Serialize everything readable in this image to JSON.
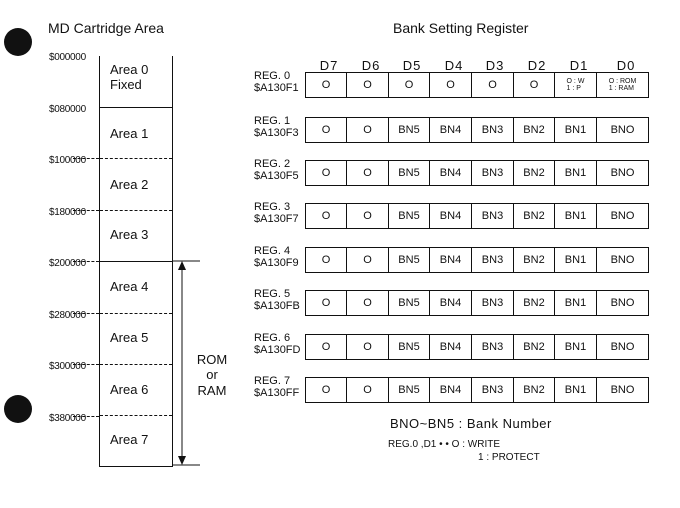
{
  "left_title": "MD Cartridge Area",
  "right_title": "Bank Setting Register",
  "addresses": [
    "$000000",
    "$080000",
    "$100000",
    "$180000",
    "$200000",
    "$280000",
    "$300000",
    "$380000"
  ],
  "areas": [
    {
      "line1": "Area 0",
      "line2": "Fixed"
    },
    {
      "line1": "Area 1",
      "line2": ""
    },
    {
      "line1": "Area 2",
      "line2": ""
    },
    {
      "line1": "Area 3",
      "line2": ""
    },
    {
      "line1": "Area 4",
      "line2": ""
    },
    {
      "line1": "Area 5",
      "line2": ""
    },
    {
      "line1": "Area 6",
      "line2": ""
    },
    {
      "line1": "Area 7",
      "line2": ""
    }
  ],
  "rom_ram": {
    "l1": "ROM",
    "l2": "or",
    "l3": "RAM"
  },
  "bit_headers": [
    "D7",
    "D6",
    "D5",
    "D4",
    "D3",
    "D2",
    "D1",
    "D0"
  ],
  "registers": [
    {
      "name": "REG. 0",
      "addr": "$A130F1",
      "cells": [
        "O",
        "O",
        "O",
        "O",
        "O",
        "O",
        "",
        ""
      ]
    },
    {
      "name": "REG. 1",
      "addr": "$A130F3",
      "cells": [
        "O",
        "O",
        "BN5",
        "BN4",
        "BN3",
        "BN2",
        "BN1",
        "BNO"
      ]
    },
    {
      "name": "REG. 2",
      "addr": "$A130F5",
      "cells": [
        "O",
        "O",
        "BN5",
        "BN4",
        "BN3",
        "BN2",
        "BN1",
        "BNO"
      ]
    },
    {
      "name": "REG. 3",
      "addr": "$A130F7",
      "cells": [
        "O",
        "O",
        "BN5",
        "BN4",
        "BN3",
        "BN2",
        "BN1",
        "BNO"
      ]
    },
    {
      "name": "REG. 4",
      "addr": "$A130F9",
      "cells": [
        "O",
        "O",
        "BN5",
        "BN4",
        "BN3",
        "BN2",
        "BN1",
        "BNO"
      ]
    },
    {
      "name": "REG. 5",
      "addr": "$A130FB",
      "cells": [
        "O",
        "O",
        "BN5",
        "BN4",
        "BN3",
        "BN2",
        "BN1",
        "BNO"
      ]
    },
    {
      "name": "REG. 6",
      "addr": "$A130FD",
      "cells": [
        "O",
        "O",
        "BN5",
        "BN4",
        "BN3",
        "BN2",
        "BN1",
        "BNO"
      ]
    },
    {
      "name": "REG. 7",
      "addr": "$A130FF",
      "cells": [
        "O",
        "O",
        "BN5",
        "BN4",
        "BN3",
        "BN2",
        "BN1",
        "BNO"
      ]
    }
  ],
  "reg0_d1": {
    "t1": "O : W",
    "t2": "1 : P"
  },
  "reg0_d0": {
    "t1": "O : ROM",
    "t2": "1 : RAM"
  },
  "legend_bank": "BNO~BN5 : Bank Number",
  "legend_reg0_l1": "REG.0 ,D1 • • O : WRITE",
  "legend_reg0_l2": "1 : PROTECT"
}
